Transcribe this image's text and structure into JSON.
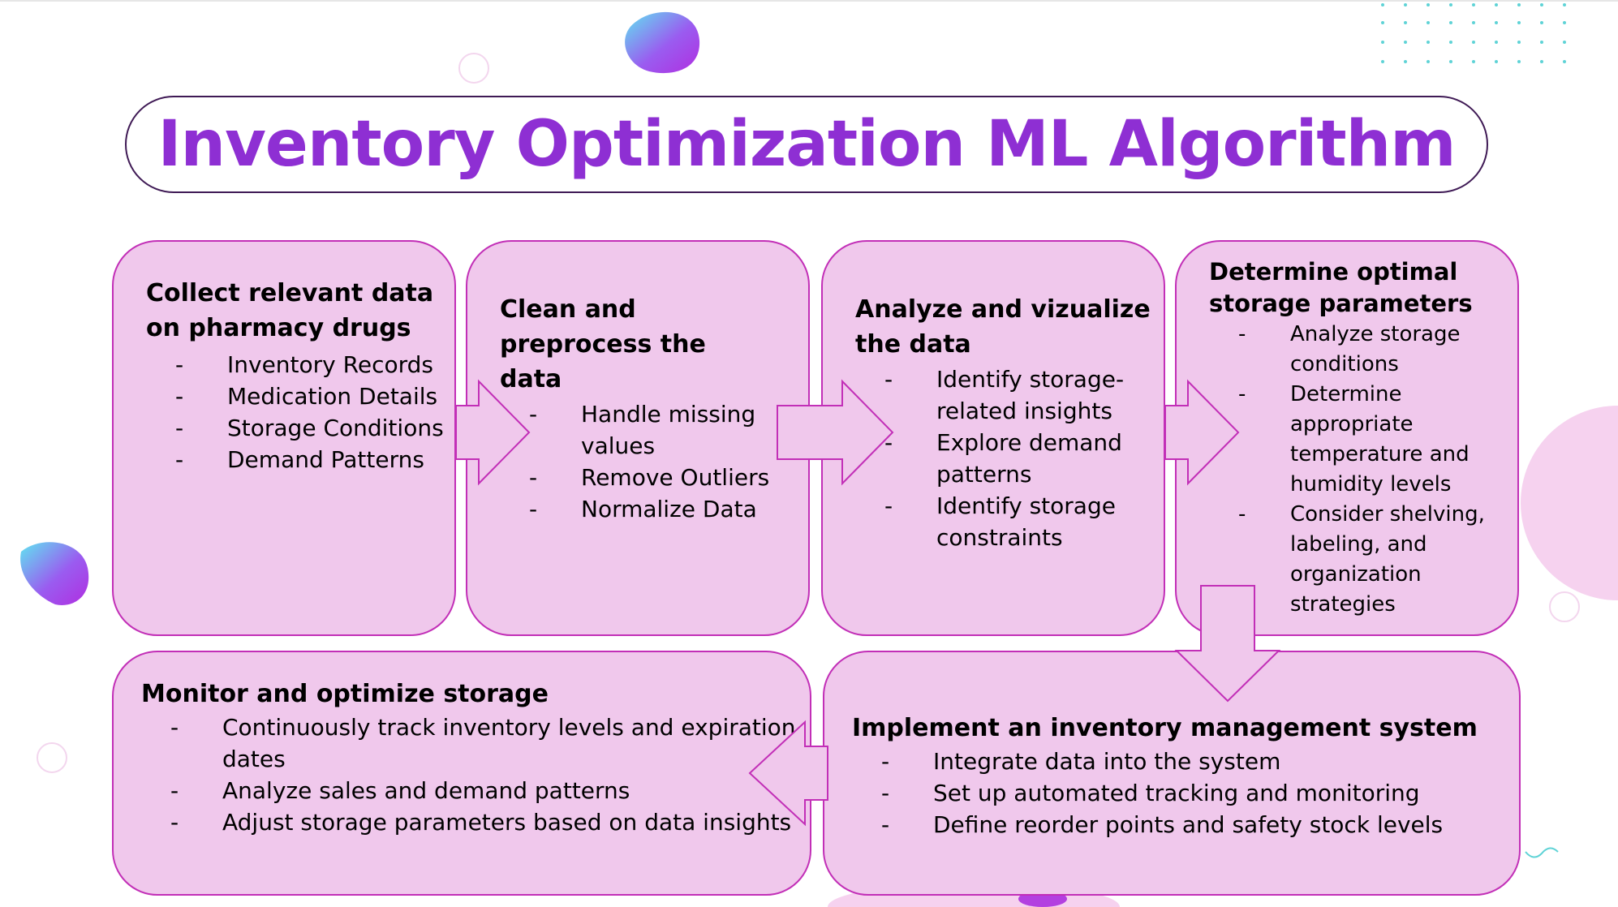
{
  "title": "Inventory Optimization ML Algorithm",
  "colors": {
    "title": "#8e2fd3",
    "box_fill": "#f0c8ec",
    "box_border": "#c22fb7",
    "title_border": "#3f1a55",
    "accent_dots": "#5fd3d6"
  },
  "steps": [
    {
      "title": "Collect relevant data on pharmacy drugs",
      "items": [
        "Inventory Records",
        "Medication Details",
        "Storage Conditions",
        "Demand Patterns"
      ]
    },
    {
      "title": "Clean and preprocess the data",
      "items": [
        "Handle missing values",
        "Remove Outliers",
        "Normalize Data"
      ]
    },
    {
      "title": "Analyze and vizualize the data",
      "items": [
        "Identify storage-related insights",
        "Explore demand patterns",
        "Identify storage constraints"
      ]
    },
    {
      "title": "Determine optimal storage parameters",
      "items": [
        "Analyze storage conditions",
        "Determine appropriate temperature and humidity levels",
        "Consider shelving, labeling, and organization strategies"
      ]
    },
    {
      "title": "Implement an inventory management system",
      "items": [
        "Integrate data into the system",
        "Set up automated tracking and monitoring",
        "Define reorder points and safety stock levels"
      ]
    },
    {
      "title": "Monitor and optimize storage",
      "items": [
        "Continuously track inventory levels and expiration dates",
        "Analyze sales and demand patterns",
        "Adjust storage parameters based on data insights"
      ]
    }
  ],
  "bullet": "-"
}
